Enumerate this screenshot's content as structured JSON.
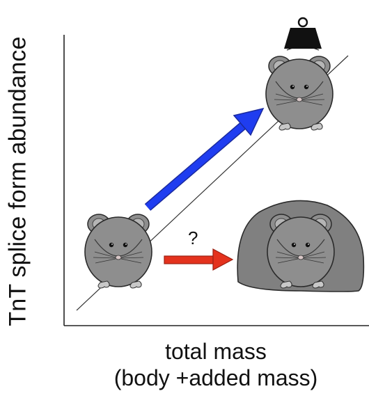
{
  "diagram": {
    "y_axis_label": "TnT splice form abundance",
    "x_axis_label_line1": "total mass",
    "x_axis_label_line2": "(body +added mass)",
    "question_mark": "?",
    "colors": {
      "mouse_fill": "#8e8e8e",
      "mouse_outline": "#2a2a2a",
      "blue_arrow": "#1f3df0",
      "red_arrow": "#e4321d",
      "weight": "#111111",
      "fat_body": "#808080"
    },
    "icons": [
      "weight-icon",
      "mouse-icon",
      "arrow-icon"
    ]
  }
}
